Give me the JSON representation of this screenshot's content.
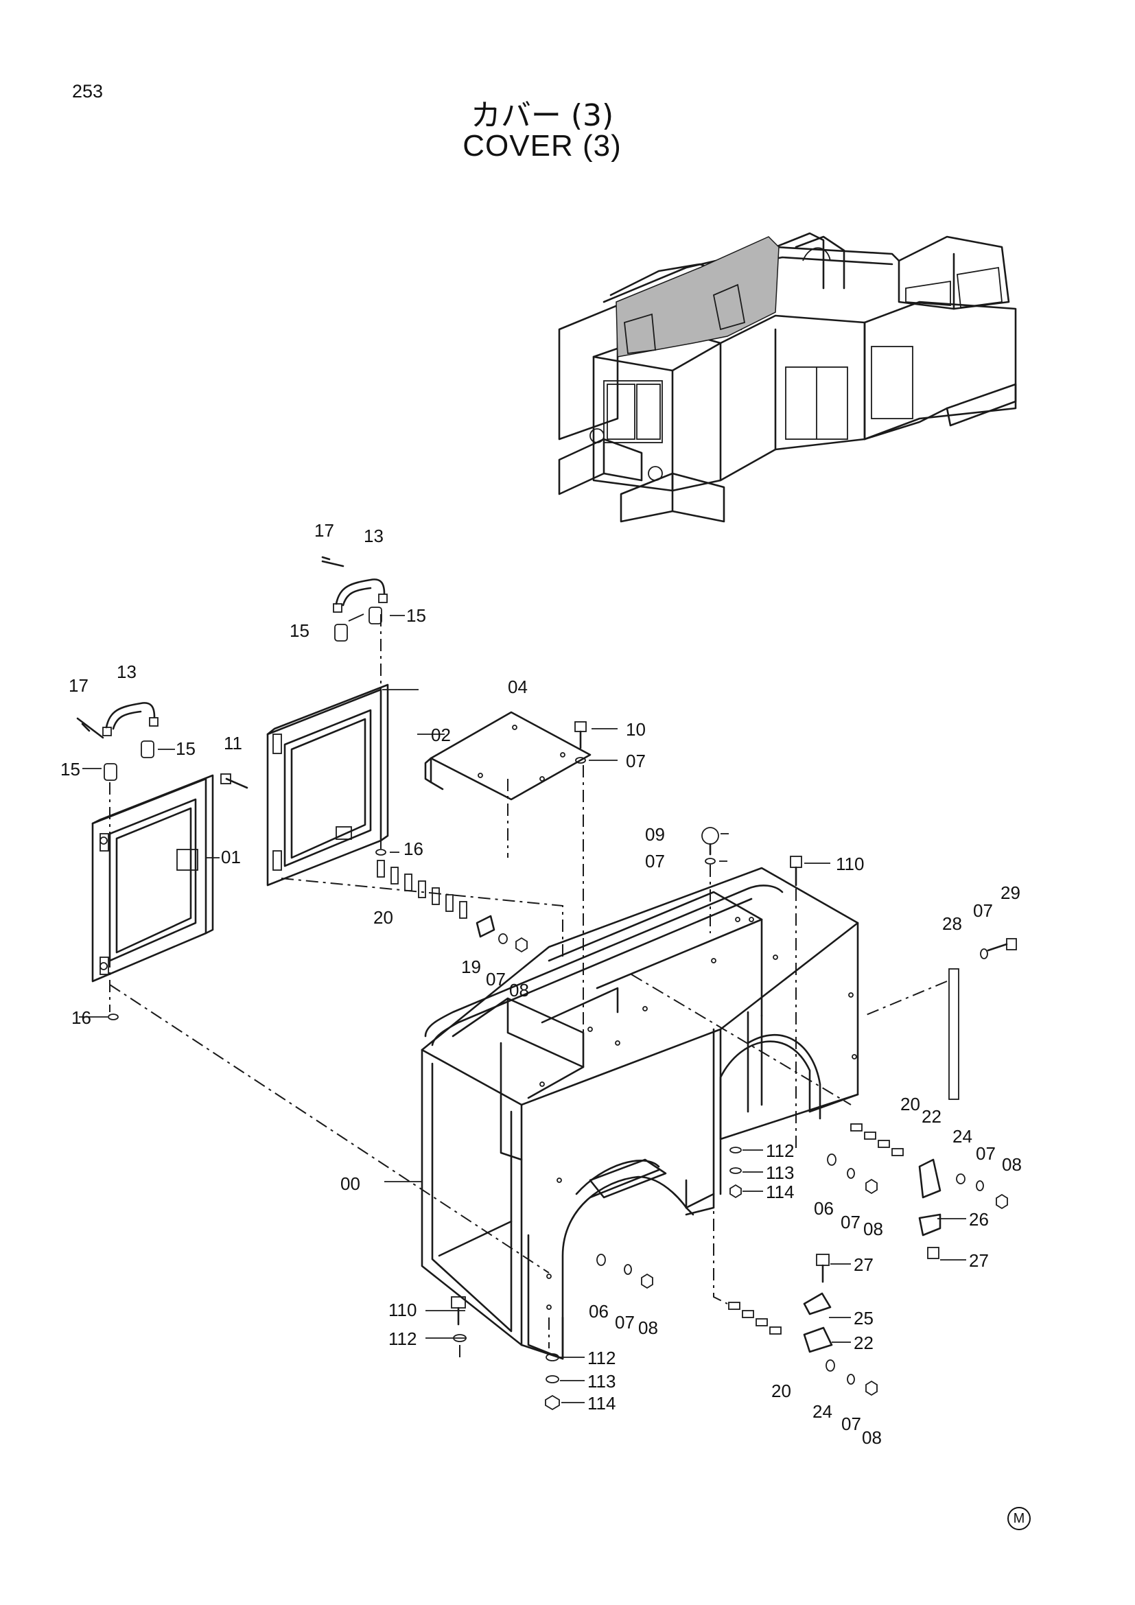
{
  "page_number": "253",
  "title_jp": "カバー (3)",
  "title_en": "COVER (3)",
  "maker_mark": "M",
  "part_labels": [
    {
      "id": "17",
      "text": "17"
    },
    {
      "id": "13",
      "text": "13"
    },
    {
      "id": "15",
      "text": "15"
    },
    {
      "id": "15",
      "text": "15"
    },
    {
      "id": "17",
      "text": "17"
    },
    {
      "id": "13",
      "text": "13"
    },
    {
      "id": "15",
      "text": "15"
    },
    {
      "id": "15",
      "text": "15"
    },
    {
      "id": "11",
      "text": "11"
    },
    {
      "id": "02",
      "text": "02"
    },
    {
      "id": "04",
      "text": "04"
    },
    {
      "id": "10",
      "text": "10"
    },
    {
      "id": "07",
      "text": "07"
    },
    {
      "id": "01",
      "text": "01"
    },
    {
      "id": "16",
      "text": "16"
    },
    {
      "id": "20",
      "text": "20"
    },
    {
      "id": "09",
      "text": "09"
    },
    {
      "id": "07",
      "text": "07"
    },
    {
      "id": "110",
      "text": "110"
    },
    {
      "id": "29",
      "text": "29"
    },
    {
      "id": "07",
      "text": "07"
    },
    {
      "id": "28",
      "text": "28"
    },
    {
      "id": "19",
      "text": "19"
    },
    {
      "id": "07",
      "text": "07"
    },
    {
      "id": "08",
      "text": "08"
    },
    {
      "id": "16",
      "text": "16"
    },
    {
      "id": "20",
      "text": "20"
    },
    {
      "id": "22",
      "text": "22"
    },
    {
      "id": "24",
      "text": "24"
    },
    {
      "id": "07",
      "text": "07"
    },
    {
      "id": "08",
      "text": "08"
    },
    {
      "id": "112",
      "text": "112"
    },
    {
      "id": "113",
      "text": "113"
    },
    {
      "id": "114",
      "text": "114"
    },
    {
      "id": "00",
      "text": "00"
    },
    {
      "id": "06",
      "text": "06"
    },
    {
      "id": "07",
      "text": "07"
    },
    {
      "id": "08",
      "text": "08"
    },
    {
      "id": "26",
      "text": "26"
    },
    {
      "id": "27",
      "text": "27"
    },
    {
      "id": "27",
      "text": "27"
    },
    {
      "id": "25",
      "text": "25"
    },
    {
      "id": "22",
      "text": "22"
    },
    {
      "id": "06",
      "text": "06"
    },
    {
      "id": "07",
      "text": "07"
    },
    {
      "id": "08",
      "text": "08"
    },
    {
      "id": "110",
      "text": "110"
    },
    {
      "id": "112",
      "text": "112"
    },
    {
      "id": "112",
      "text": "112"
    },
    {
      "id": "113",
      "text": "113"
    },
    {
      "id": "114",
      "text": "114"
    },
    {
      "id": "20",
      "text": "20"
    },
    {
      "id": "24",
      "text": "24"
    },
    {
      "id": "07",
      "text": "07"
    },
    {
      "id": "08",
      "text": "08"
    }
  ]
}
